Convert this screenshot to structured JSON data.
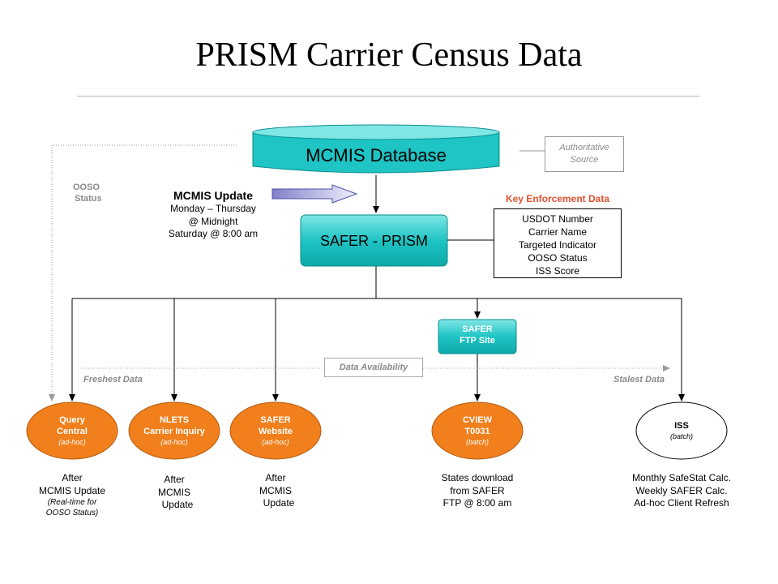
{
  "title": "PRISM Carrier Census Data",
  "colors": {
    "teal": "#1fc4c4",
    "orange": "#f07f1c",
    "purple": "#7f7fc8",
    "key_red": "#e05030",
    "grey": "#8a8a8a"
  },
  "mcmis": {
    "label": "MCMIS Database"
  },
  "authoritative": {
    "line1": "Authoritative",
    "line2": "Source"
  },
  "ooso": {
    "line1": "OOSO",
    "line2": "Status"
  },
  "update": {
    "title": "MCMIS Update",
    "line1": "Monday – Thursday",
    "line2": "@ Midnight",
    "line3": "Saturday @ 8:00 am"
  },
  "safer_prism": {
    "label": "SAFER - PRISM"
  },
  "key_enforcement": {
    "title": "Key Enforcement Data",
    "items": [
      "USDOT Number",
      "Carrier Name",
      "Targeted Indicator",
      "OOSO Status",
      "ISS Score"
    ]
  },
  "ftp": {
    "line1": "SAFER",
    "line2": "FTP Site"
  },
  "availability": {
    "label": "Data Availability",
    "freshest": "Freshest Data",
    "stalest": "Stalest Data"
  },
  "outputs": {
    "query": {
      "line1": "Query",
      "line2": "Central",
      "sub": "(ad-hoc)",
      "cap1": "After",
      "cap2": "MCMIS Update",
      "cap3": "(Real-time for",
      "cap4": "OOSO Status)"
    },
    "nlets": {
      "line1": "NLETS",
      "line2": "Carrier Inquiry",
      "sub": "(ad-hoc)",
      "cap1": "After",
      "cap2": "MCMIS",
      "cap3": "Update"
    },
    "website": {
      "line1": "SAFER",
      "line2": "Website",
      "sub": "(ad-hoc)",
      "cap1": "After",
      "cap2": "MCMIS",
      "cap3": "Update"
    },
    "cview": {
      "line1": "CVIEW",
      "line2": "T0031",
      "sub": "(batch)",
      "cap1": "States download",
      "cap2": "from SAFER",
      "cap3": "FTP @ 8:00 am"
    },
    "iss": {
      "line1": "ISS",
      "sub": "(batch)",
      "cap1": "Monthly SafeStat Calc.",
      "cap2": "Weekly SAFER Calc.",
      "cap3": "Ad-hoc Client Refresh"
    }
  }
}
